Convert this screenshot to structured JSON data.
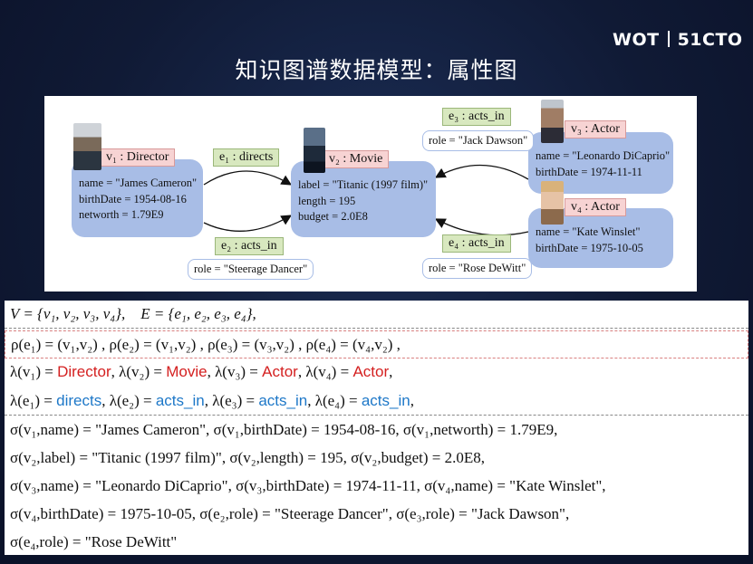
{
  "logo": {
    "left": "WOT",
    "right": "51CTO"
  },
  "title": "知识图谱数据模型：属性图",
  "diagram": {
    "v1": {
      "label": "v₁ : Director",
      "props": [
        "name = \"James Cameron\"",
        "birthDate = 1954-08-16",
        "networth = 1.79E9"
      ]
    },
    "v2": {
      "label": "v₂ : Movie",
      "props": [
        "label = \"Titanic (1997 film)\"",
        "length = 195",
        "budget = 2.0E8"
      ]
    },
    "v3": {
      "label": "v₃ : Actor",
      "props": [
        "name = \"Leonardo DiCaprio\"",
        "birthDate = 1974-11-11"
      ]
    },
    "v4": {
      "label": "v₄ : Actor",
      "props": [
        "name = \"Kate Winslet\"",
        "birthDate = 1975-10-05"
      ]
    },
    "e1": {
      "label": "e₁ : directs"
    },
    "e2": {
      "label": "e₂ : acts_in",
      "role": "role = \"Steerage Dancer\""
    },
    "e3": {
      "label": "e₃ : acts_in",
      "role": "role = \"Jack Dawson\""
    },
    "e4": {
      "label": "e₄ : acts_in",
      "role": "role = \"Rose DeWitt\""
    }
  },
  "formulas": {
    "r1a": "V = {v₁, v₂, v₃, v₄},",
    "r1b": "E = {e₁, e₂, e₃, e₄},",
    "r2": "ρ(e₁) = (v₁,v₂) ,   ρ(e₂) = (v₁,v₂) ,   ρ(e₃) = (v₃,v₂) ,   ρ(e₄) = (v₄,v₂) ,",
    "r3": [
      {
        "pre": "λ(v₁) = ",
        "val": "Director",
        "post": ",   "
      },
      {
        "pre": "λ(v₂) = ",
        "val": "Movie",
        "post": ",   "
      },
      {
        "pre": "λ(v₃) = ",
        "val": "Actor",
        "post": ",   "
      },
      {
        "pre": "λ(v₄) = ",
        "val": "Actor",
        "post": ","
      }
    ],
    "r4": [
      {
        "pre": "λ(e₁) = ",
        "val": "directs",
        "post": ",   "
      },
      {
        "pre": "λ(e₂) = ",
        "val": "acts_in",
        "post": ",   "
      },
      {
        "pre": "λ(e₃) = ",
        "val": "acts_in",
        "post": ",   "
      },
      {
        "pre": "λ(e₄) = ",
        "val": "acts_in",
        "post": ","
      }
    ],
    "r5": "σ(v₁,name) = \"James Cameron\",   σ(v₁,birthDate) = 1954-08-16,   σ(v₁,networth) = 1.79E9,",
    "r6": "σ(v₂,label) = \"Titanic (1997 film)\",   σ(v₂,length) = 195,   σ(v₂,budget) = 2.0E8,",
    "r7": "σ(v₃,name) = \"Leonardo DiCaprio\",   σ(v₃,birthDate) = 1974-11-11,   σ(v₄,name) = \"Kate Winslet\",",
    "r8": "σ(v₄,birthDate) = 1975-10-05,   σ(e₂,role) = \"Steerage Dancer\",   σ(e₃,role) = \"Jack Dawson\",",
    "r9": "σ(e₄,role) = \"Rose DeWitt\""
  },
  "colors": {
    "node": "#a8bde6",
    "vertex_label": "#f7d3d3",
    "edge_label": "#d8e8bf",
    "red": "#d42020",
    "blue": "#1e78c8"
  }
}
